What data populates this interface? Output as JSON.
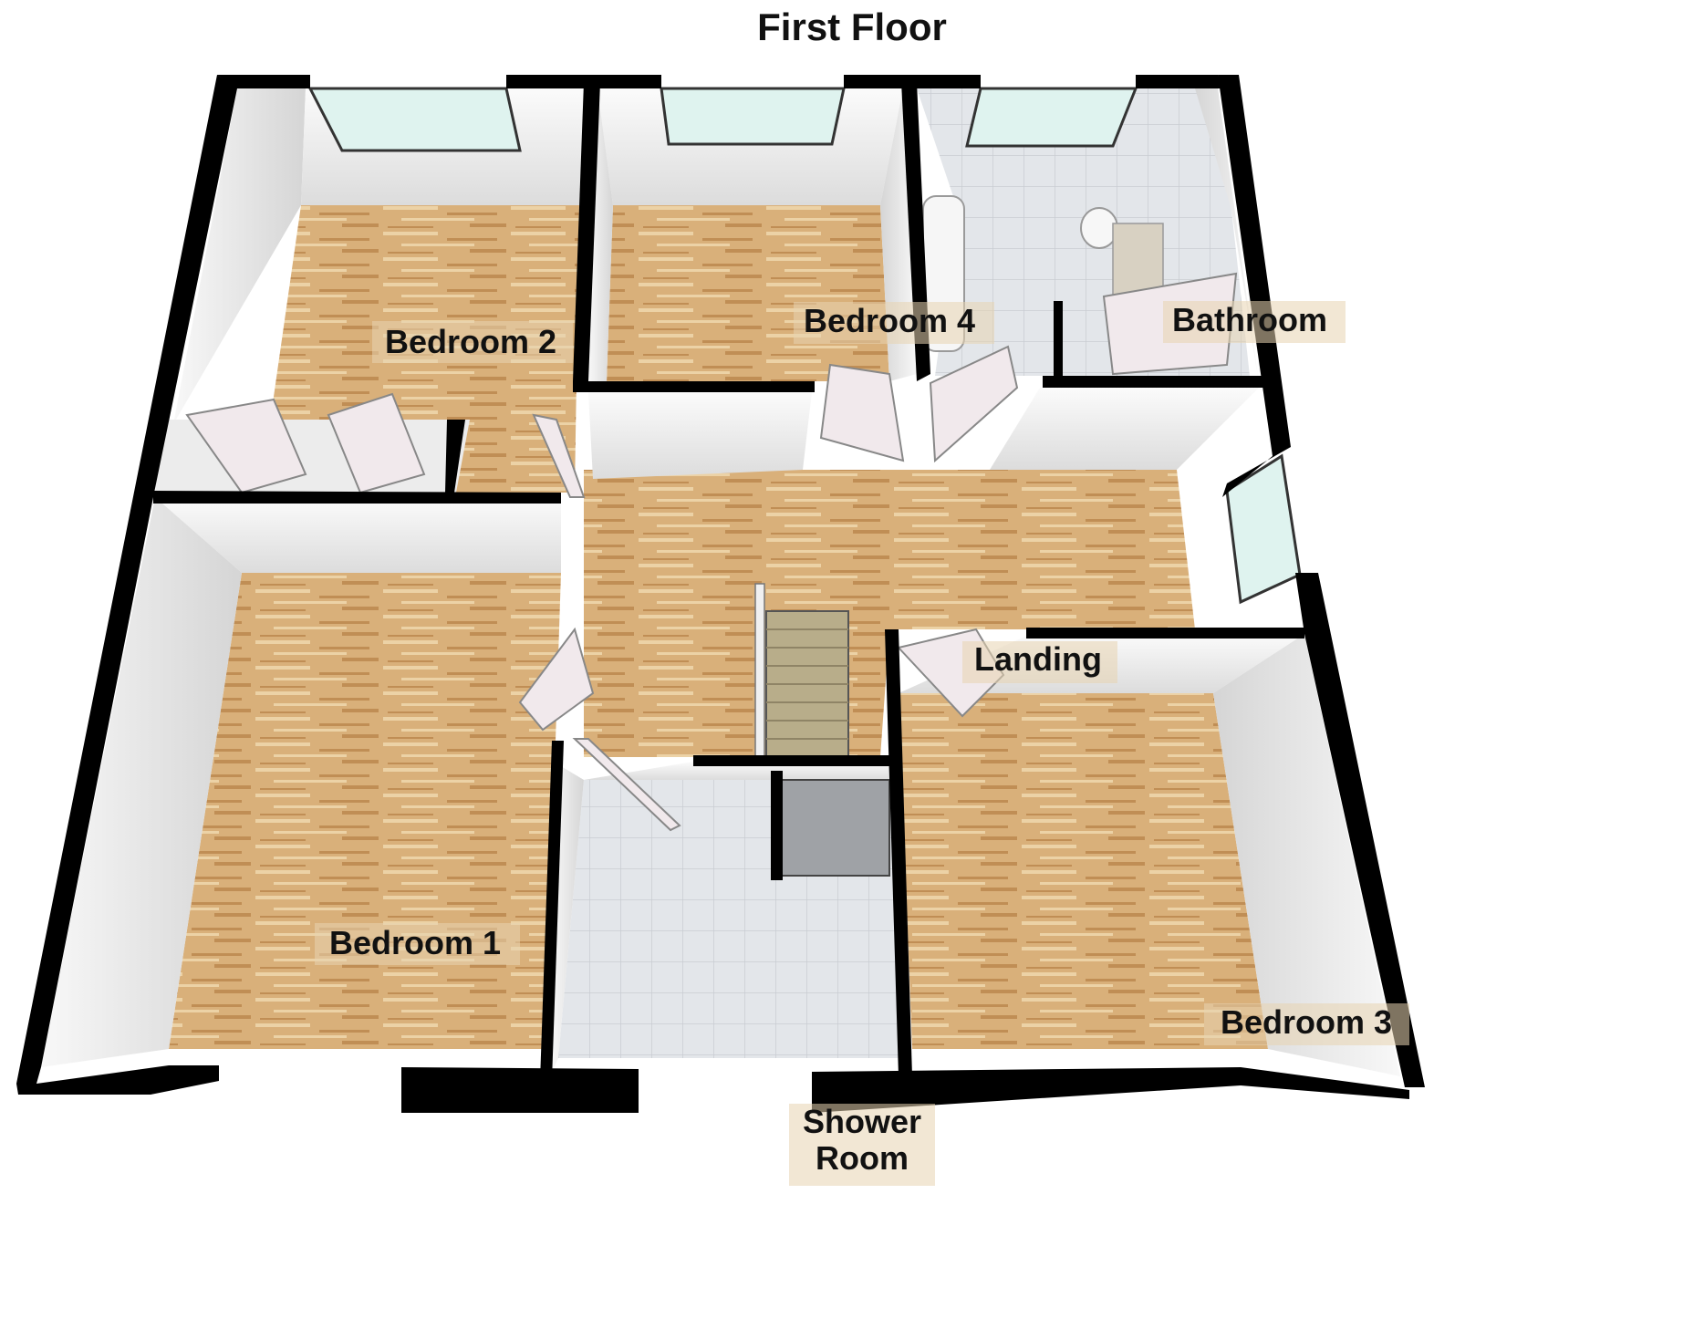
{
  "plan": {
    "title": "First Floor",
    "rooms": {
      "bedroom2": {
        "name": "Bedroom 2"
      },
      "bedroom4": {
        "name": "Bedroom 4"
      },
      "bathroom": {
        "name": "Bathroom"
      },
      "landing": {
        "name": "Landing"
      },
      "bedroom1": {
        "name": "Bedroom 1"
      },
      "shower_room": {
        "name_line1": "Shower",
        "name_line2": "Room"
      },
      "bedroom3": {
        "name": "Bedroom 3"
      }
    },
    "colors": {
      "wood_floor": "#d9b07a",
      "wood_grain_light": "#ecd2a6",
      "wood_grain_dark": "#c08e55",
      "tile_floor": "#e3e6ea",
      "tile_line": "#c9cdd2",
      "wall_inner": "#f4f4f4",
      "wall_shadow": "#d7d7d7",
      "wall_outline": "#000000",
      "window_glass": "#dff3ef",
      "door": "#f1e9ec",
      "stair": "#b8ad8a"
    }
  }
}
